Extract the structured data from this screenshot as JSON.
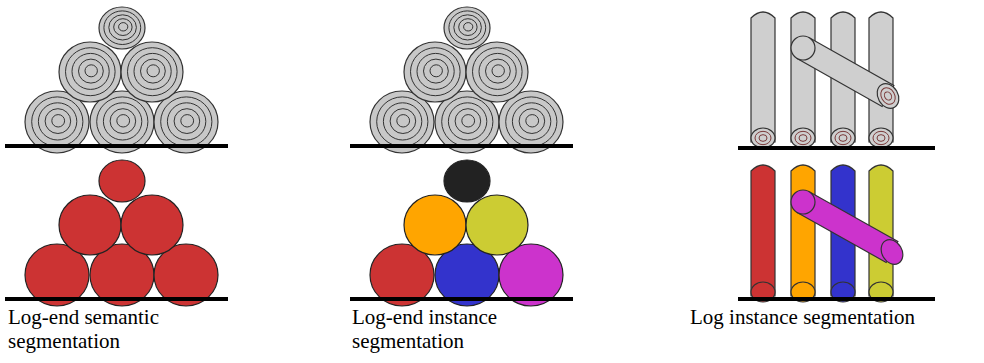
{
  "diagram": {
    "labels": [
      "Log-end semantic segmentation",
      "Log-end instance segmentation",
      "Log instance segmentation"
    ]
  }
}
